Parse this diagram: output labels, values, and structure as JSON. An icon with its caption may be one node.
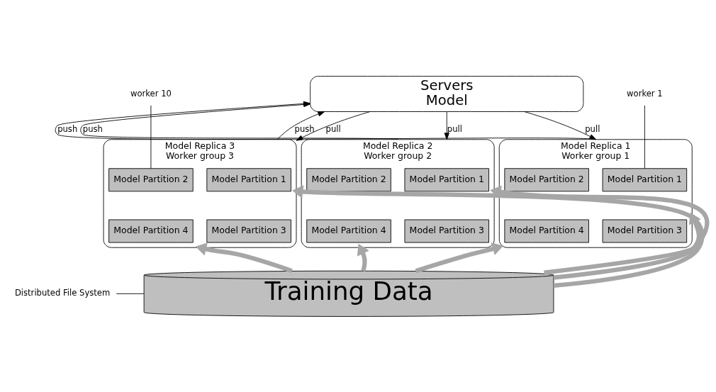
{
  "diagram": {
    "nodes": [
      {
        "text": [
          "Servers",
          "Model"
        ]
      },
      {
        "text": [
          "Model Replica 1",
          "Worker group 1"
        ]
      },
      {
        "text": [
          "Model Partition 1"
        ],
        "in": 1
      },
      {
        "text": [
          "Model Partition 2"
        ],
        "in": 1
      },
      {
        "text": [
          "Model Partition 3"
        ],
        "in": 1
      },
      {
        "text": [
          "Model Partition 4"
        ],
        "in": 1
      },
      {
        "text": [
          "Model Replica 2",
          "Worker group 2"
        ]
      },
      {
        "text": [
          "Model Partition 1"
        ],
        "in": 6
      },
      {
        "text": [
          "Model Partition 2"
        ],
        "in": 6
      },
      {
        "text": [
          "Model Partition 3"
        ],
        "in": 6
      },
      {
        "text": [
          "Model Partition 4"
        ],
        "in": 6
      },
      {
        "text": [
          "Model Replica 3",
          "Worker group 3"
        ]
      },
      {
        "text": [
          "Model Partition 1"
        ],
        "in": 11
      },
      {
        "text": [
          "Model Partition 2"
        ],
        "in": 11
      },
      {
        "text": [
          "Model Partition 3"
        ],
        "in": 11
      },
      {
        "text": [
          "Model Partition 4"
        ],
        "in": 11
      },
      {
        "text": [
          "Training Data"
        ]
      },
      {
        "text": [
          "worker 1"
        ]
      },
      {
        "text": [
          "worker 10"
        ]
      },
      {
        "text": [
          "Distributed File System"
        ]
      }
    ],
    "edges": [
      {
        "from": 1,
        "to": 0,
        "arrow": "to",
        "label": "push"
      },
      {
        "from": 0,
        "to": 1,
        "arrow": "to",
        "label": "pull"
      },
      {
        "from": 6,
        "to": 0,
        "arrow": "to",
        "label": "push"
      },
      {
        "from": 0,
        "to": 6,
        "arrow": "to",
        "label": "pull"
      },
      {
        "from": 11,
        "to": 0,
        "arrow": "to",
        "label": "push"
      },
      {
        "from": 0,
        "to": 11,
        "arrow": "to",
        "label": "pull"
      },
      {
        "from": 16,
        "to": 1,
        "arrow": "to",
        "style": "thick",
        "color": "#a6a6a6"
      },
      {
        "from": 16,
        "to": 1,
        "arrow": "to",
        "style": "thick",
        "color": "#a6a6a6"
      },
      {
        "from": 16,
        "to": 6,
        "arrow": "to",
        "style": "thick",
        "color": "#a6a6a6"
      },
      {
        "from": 16,
        "to": 6,
        "arrow": "to",
        "style": "thick",
        "color": "#a6a6a6"
      },
      {
        "from": 16,
        "to": 11,
        "arrow": "to",
        "style": "thick",
        "color": "#a6a6a6"
      },
      {
        "from": 16,
        "to": 11,
        "arrow": "to",
        "style": "thick",
        "color": "#a6a6a6"
      },
      {
        "from": 17,
        "to": 2,
        "arrow": "none"
      },
      {
        "from": 18,
        "to": 13,
        "arrow": "none"
      },
      {
        "from": 19,
        "to": 16,
        "arrow": "none"
      }
    ]
  }
}
